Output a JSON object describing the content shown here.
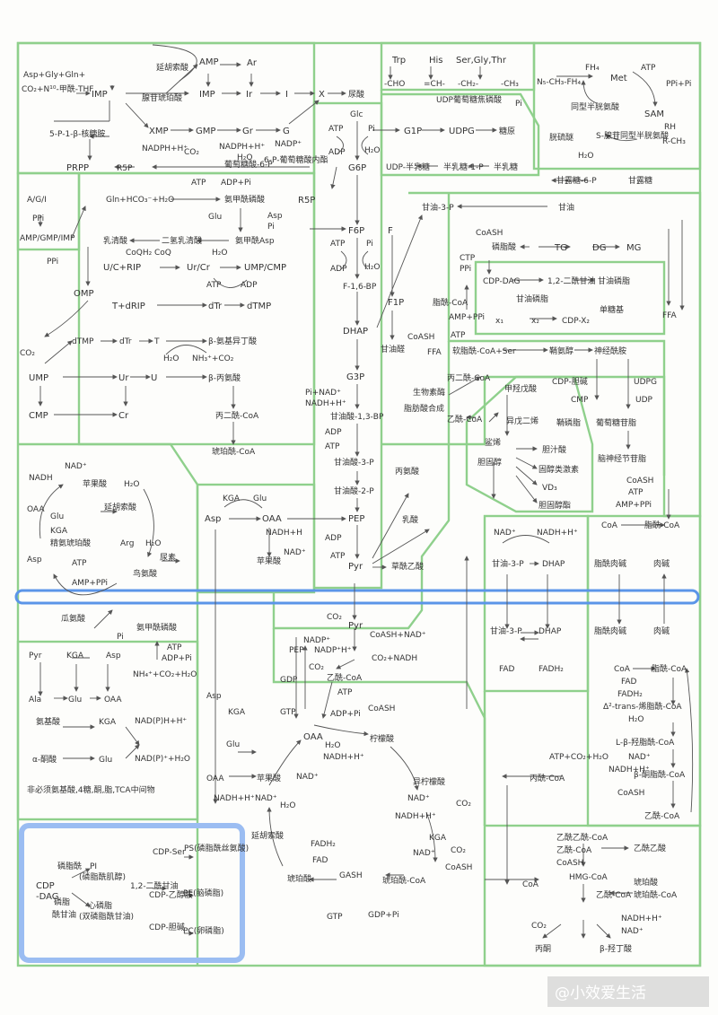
{
  "labels": {
    "a1": "Asp+Gly+Gln+",
    "a2": "CO₂+N¹⁰-甲酰-THF",
    "a3": "IMP",
    "a4": "5-P-1-β-核糖胺",
    "a5": "PRPP",
    "a6": "R5P",
    "a7": "A/G/I",
    "a8": "PPi",
    "a9": "AMP/GMP/IMP",
    "a10": "PPi",
    "b1": "延胡索酸",
    "b2": "AMP",
    "b3": "Ar",
    "b4": "IMP",
    "b5": "Ir",
    "b6": "I",
    "b7": "X",
    "b8": "尿酸",
    "b9": "腺苷琥珀酸",
    "b10": "XMP",
    "b11": "GMP",
    "b12": "Gr",
    "b13": "G",
    "b14": "NADPH+H⁺",
    "b15": "CO₂",
    "b16": "NADPH+H⁺",
    "b17": "H₂O",
    "b18": "NADP⁺",
    "b19": "葡萄糖酸-6-P",
    "b20": "6-P-葡萄糖酸内酯",
    "c1": "Gln+HCO₃⁻+H₂O",
    "c2": "ATP",
    "c3": "ADP+Pi",
    "c4": "氨甲酰磷酸",
    "c5": "Glu",
    "c6": "Asp",
    "c7": "Pi",
    "c8": "乳清酸",
    "c9": "二氢乳清酸",
    "c10": "氨甲酰Asp",
    "c11": "H₂O",
    "c12": "CoQH₂",
    "c13": "CoQ",
    "c14": "U/C+RIP",
    "c15": "Ur/Cr",
    "c16": "UMP/CMP",
    "c17": "ATP",
    "c18": "ADP",
    "c19": "OMP",
    "c20": "T+dRIP",
    "c21": "dTr",
    "c22": "dTMP",
    "c23": "dTMP",
    "c24": "dTr",
    "c25": "T",
    "c26": "β-氨基异丁酸",
    "c27": "H₂O",
    "c28": "NH₃⁺+CO₂",
    "c29": "CO₂",
    "c30": "UMP",
    "c31": "Ur",
    "c32": "U",
    "c33": "β-丙氨酸",
    "c34": "CMP",
    "c35": "Cr",
    "c36": "丙二酰-CoA",
    "c37": "琥珀酰-CoA",
    "d1": "Glc",
    "d2": "ATP",
    "d3": "ADP",
    "d4": "Pi",
    "d5": "H₂O",
    "d6": "G6P",
    "d7": "F6P",
    "d8": "F",
    "d9": "R5P",
    "d10": "ATP",
    "d11": "ADP",
    "d12": "Pi",
    "d13": "H₂O",
    "d14": "F-1,6-BP",
    "d15": "F1P",
    "d16": "DHAP",
    "d17": "甘油醛",
    "d18": "G3P",
    "d19": "Pi+NAD⁺",
    "d20": "NADH+H⁺",
    "d21": "甘油酸-1,3-BP",
    "d22": "ADP",
    "d23": "ATP",
    "d24": "甘油酸-3-P",
    "d25": "甘油酸-2-P",
    "d26": "PEP",
    "d27": "ADP",
    "d28": "ATP",
    "d29": "Pyr",
    "d30": "丙氨酸",
    "d31": "乳酸",
    "d32": "草酰乙酸",
    "e1": "Trp",
    "e2": "His",
    "e3": "Ser,Gly,Thr",
    "e4": "-CHO",
    "e5": "=CH-",
    "e6": "-CH₂-",
    "e7": "-CH₃",
    "e8": "UDP葡萄糖焦磷酸",
    "e9": "Pi",
    "e10": "G1P",
    "e11": "UDPG",
    "e12": "糖原",
    "e13": "UDP-半乳糖",
    "e14": "半乳糖-1-P",
    "e15": "半乳糖",
    "e16": "N₅-CH₃-FH₄",
    "e17": "FH₄",
    "e18": "Met",
    "e19": "ATP",
    "e20": "PPi+Pi",
    "e21": "同型半胱氨酸",
    "e22": "SAM",
    "e23": "RH",
    "e24": "R-CH₃",
    "e25": "胱硫醚",
    "e26": "S-腺苷同型半胱氨酸",
    "e27": "H₂O",
    "e28": "甘露糖-6-P",
    "e29": "甘露糖",
    "f1": "甘油-3-P",
    "f2": "甘油",
    "f3": "CoASH",
    "f4": "磷脂酸",
    "f5": "TG",
    "f6": "DG",
    "f7": "MG",
    "f8": "CTP",
    "f9": "PPi",
    "f10": "CDP-DAG",
    "f11": "1,2-二酰甘油",
    "f12": "甘油磷脂",
    "f13": "甘油磷脂",
    "f14": "x₁",
    "f15": "x₂",
    "f16": "CDP-X₂",
    "f17": "单糖基",
    "f18": "脂酰-CoA",
    "f19": "CoASH",
    "f20": "AMP+PPi",
    "f21": "ATP",
    "f22": "FFA",
    "f23": "FFA",
    "f24": "软脂酰-CoA+Ser",
    "f25": "鞘氨醇",
    "f26": "神经酰胺",
    "f27": "CDP-胆碱",
    "f28": "UDPG",
    "f29": "CMP",
    "f30": "UDP",
    "f31": "鞘磷脂",
    "f32": "葡萄糖苷脂",
    "f33": "脑神经节苷脂",
    "f34": "丙二酰-CoA",
    "f35": "生物素酶",
    "f36": "脂肪酸合成",
    "f37": "乙酰-CoA",
    "f38": "甲羟戊酸",
    "f39": "鲨烯",
    "f40": "异戊二烯",
    "f41": "胆汁酸",
    "f42": "胆固醇",
    "f43": "固醇类激素",
    "f44": "VD₃",
    "f45": "胆固醇酯",
    "f46": "CoASH",
    "f47": "ATP",
    "f48": "AMP+PPi",
    "f49": "脂酰-CoA",
    "f50": "CoA",
    "g1": "NADH",
    "g2": "NAD⁺",
    "g3": "苹果酸",
    "g4": "H₂O",
    "g5": "OAA",
    "g6": "Glu",
    "g7": "延胡索酸",
    "g8": "KGA",
    "g9": "精氨琥珀酸",
    "g10": "Arg",
    "g11": "H₂O",
    "g12": "Asp",
    "g13": "ATP",
    "g14": "尿素",
    "g15": "AMP+PPi",
    "g16": "鸟氨酸",
    "g17": "瓜氨酸",
    "g18": "Pi",
    "g19": "氨甲酰磷酸",
    "h1": "KGA",
    "h2": "Glu",
    "h3": "Asp",
    "h4": "OAA",
    "h5": "NADH+H",
    "h6": "NAD⁺",
    "h7": "苹果酸",
    "i1": "NAD⁺",
    "i2": "NADH+H⁺",
    "i3": "甘油-3-P",
    "i4": "DHAP",
    "i5": "脂酰肉碱",
    "i6": "肉碱",
    "j1": "ATP",
    "j2": "ADP+Pi",
    "j3": "NH₄⁺+CO₂+H₂O",
    "j4": "Pyr",
    "j5": "KGA",
    "j6": "Asp",
    "j7": "Ala",
    "j8": "Glu",
    "j9": "OAA",
    "j10": "氨基酸",
    "j11": "KGA",
    "j12": "NAD(P)H+H⁺",
    "j13": "α-酮酸",
    "j14": "Glu",
    "j15": "NAD(P)⁺+H₂O",
    "j16": "非必须氨基酸,4糖,酮,脂,TCA中间物",
    "k1": "CO₂",
    "k2": "Pyr",
    "k3": "NADP⁺",
    "k4": "NADP⁺H⁺",
    "k5": "CoASH+NAD⁺",
    "k6": "PEP",
    "k7": "CO₂",
    "k8": "CO₂+NADH",
    "k9": "乙酰-CoA",
    "k10": "GDP",
    "k11": "GTP",
    "k12": "ATP",
    "k13": "ADP+Pi",
    "k14": "CoASH",
    "k15": "OAA",
    "k16": "柠檬酸",
    "k17": "H₂O",
    "k18": "NADH+H⁺",
    "k19": "Asp",
    "k20": "KGA",
    "k21": "Glu",
    "k22": "OAA",
    "k23": "苹果酸",
    "k24": "NAD⁺",
    "k25": "NADH+H⁺",
    "k26": "NAD⁺",
    "k27": "H₂O",
    "k28": "延胡索酸",
    "k29": "FADH₂",
    "k30": "FAD",
    "k31": "琥珀酸",
    "k32": "GASH",
    "k33": "琥珀酰-CoA",
    "k34": "GTP",
    "k35": "GDP+Pi",
    "k36": "异柠檬酸",
    "k37": "NAD⁺",
    "k38": "NADH+H⁺",
    "k39": "CO₂",
    "k40": "KGA",
    "k41": "NAD⁺",
    "k42": "CO₂",
    "k43": "CoASH",
    "l1": "甘油-3-P",
    "l2": "DHAP",
    "l3": "FAD",
    "l4": "FADH₂",
    "l5": "脂酰肉碱",
    "l6": "肉碱",
    "l7": "CoA",
    "l8": "脂酰-CoA",
    "l9": "FAD",
    "l10": "FADH₂",
    "l11": "Δ²-trans-烯脂酰-CoA",
    "l12": "H₂O",
    "l13": "L-β-羟脂酰-CoA",
    "l14": "NAD⁺",
    "l15": "NADH+H⁺",
    "l16": "β-酮脂酰-CoA",
    "l17": "CoASH",
    "l18": "乙酰-CoA",
    "l19": "ATP+CO₂+H₂O",
    "l20": "丙酰-CoA",
    "m1": "乙酰乙酰-CoA",
    "m2": "乙酰-CoA",
    "m3": "CoASH",
    "m4": "HMG-CoA",
    "m5": "乙酰-CoA",
    "m6": "乙酰乙酸",
    "m7": "琥珀酸",
    "m8": "琥珀酰-CoA",
    "m9": "CoA",
    "m10": "CO₂",
    "m11": "NADH+H⁺",
    "m12": "NAD⁺",
    "m13": "丙酮",
    "m14": "β-羟丁酸",
    "n1": "CDP-Ser",
    "n2": "PS(磷脂酰丝氨酸)",
    "n3": "磷脂酰",
    "n4": "PI",
    "n5": "(磷脂酰肌醇)",
    "n6": "CDP",
    "n7": "-DAG",
    "n8": "1,2-二酰甘油",
    "n9": "CDP-乙醇胺",
    "n10": "PE(脑磷脂)",
    "n11": "磷脂",
    "n12": "心磷脂",
    "n13": "酰甘油",
    "n14": "(双磷脂酰甘油)",
    "n15": "CDP-胆碱",
    "n16": "PC(卵磷脂)"
  },
  "watermark": "@小效爱生活"
}
